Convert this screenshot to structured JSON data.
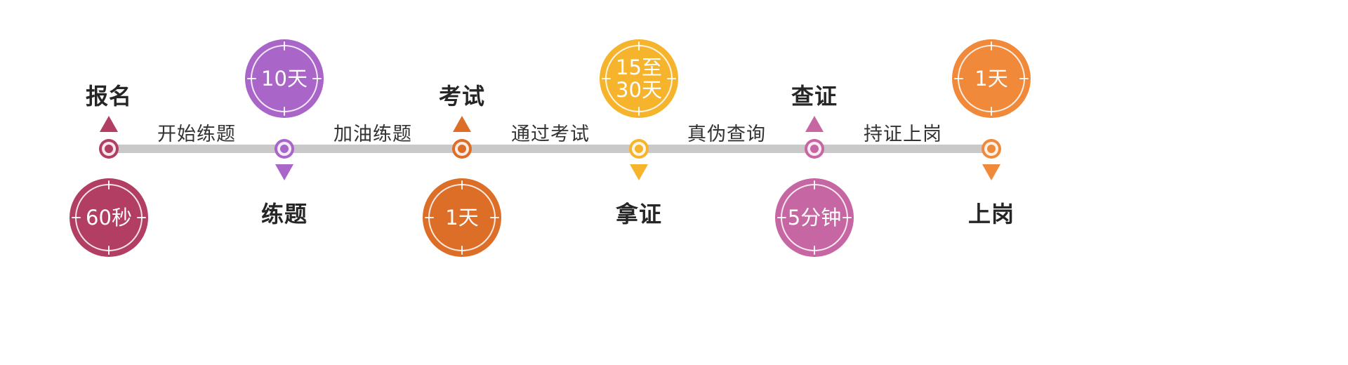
{
  "timeline": {
    "bar_color": "#c9c9c9",
    "nodes": [
      {
        "id": "signup",
        "label": "报名",
        "duration": "60秒",
        "color": "#b23e63",
        "label_pos": "above",
        "badge_pos": "below"
      },
      {
        "id": "practice",
        "label": "练题",
        "duration": "10天",
        "color": "#aa65c8",
        "label_pos": "below",
        "badge_pos": "above"
      },
      {
        "id": "exam",
        "label": "考试",
        "duration": "1天",
        "color": "#dd6e28",
        "label_pos": "above",
        "badge_pos": "below"
      },
      {
        "id": "certificate",
        "label": "拿证",
        "duration": "15至\n30天",
        "color": "#f6b42d",
        "label_pos": "below",
        "badge_pos": "above"
      },
      {
        "id": "verify",
        "label": "查证",
        "duration": "5分钟",
        "color": "#c666a2",
        "label_pos": "above",
        "badge_pos": "below"
      },
      {
        "id": "onboard",
        "label": "上岗",
        "duration": "1天",
        "color": "#f0893a",
        "label_pos": "below",
        "badge_pos": "above"
      }
    ],
    "transitions": [
      {
        "label": "开始练题"
      },
      {
        "label": "加油练题"
      },
      {
        "label": "通过考试"
      },
      {
        "label": "真伪查询"
      },
      {
        "label": "持证上岗"
      }
    ]
  }
}
